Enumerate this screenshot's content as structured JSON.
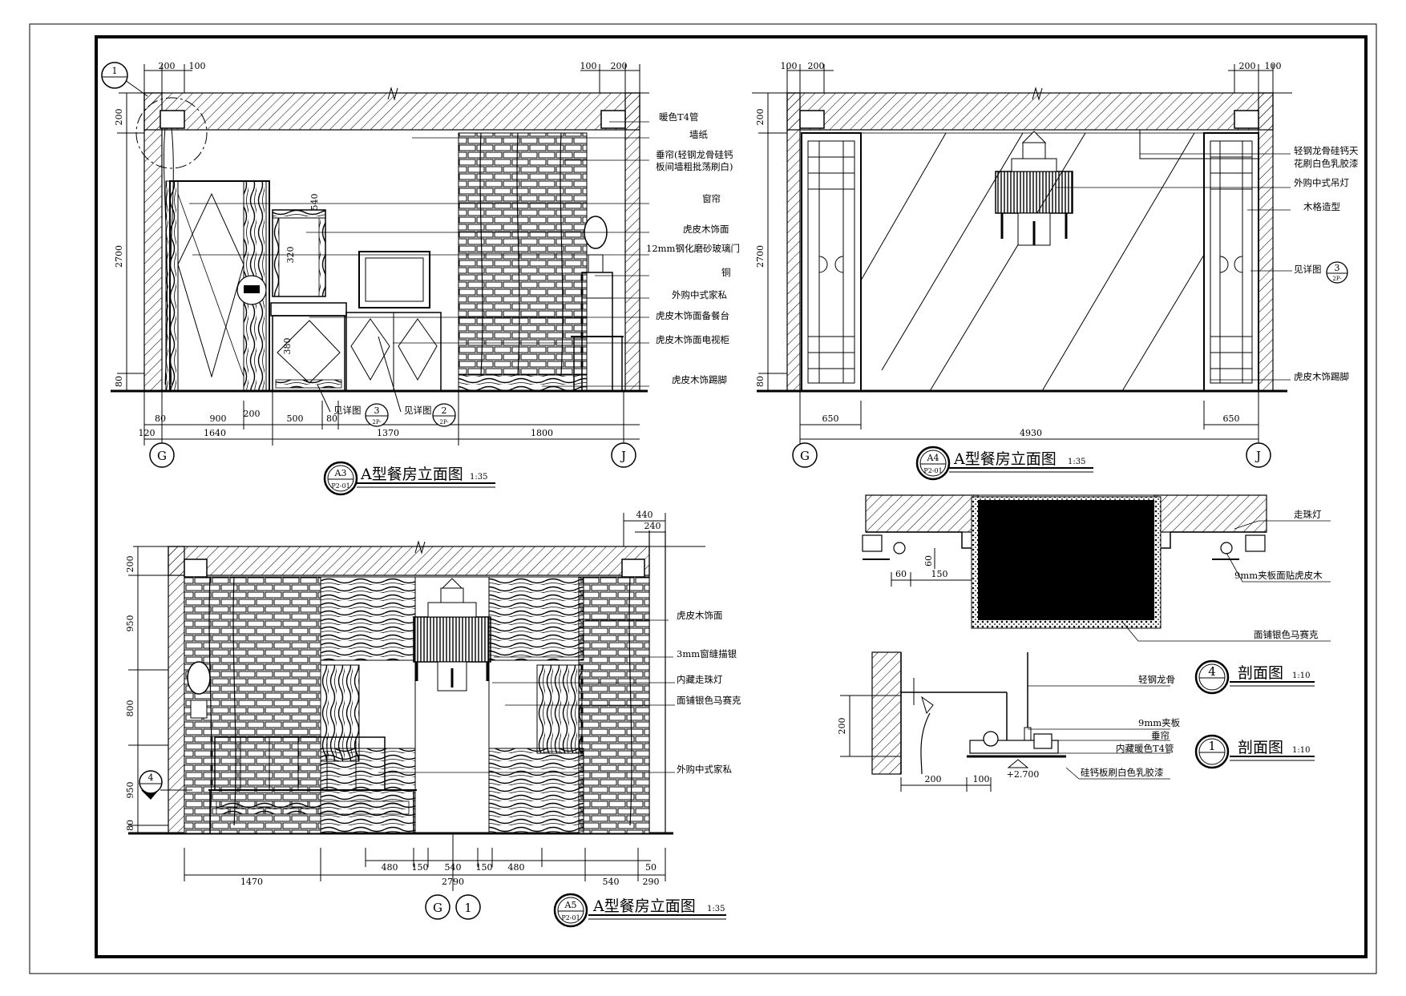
{
  "sheet": {
    "border_color": "#000000"
  },
  "a3": {
    "title": "A型餐房立面图",
    "scale": "1:35",
    "tag": "A3",
    "sheet": "P2-01",
    "callout_num": "1",
    "labels": [
      "暖色T4管",
      "墙纸",
      "垂帘(轻钢龙骨硅钙",
      "板间墙粗批荡刷白)",
      "窗帘",
      "虎皮木饰面",
      "12mm钢化磨砂玻璃门",
      "铜",
      "外购中式家私",
      "虎皮木饰面备餐台",
      "虎皮木饰面电视柜",
      "虎皮木饰踢脚"
    ],
    "top_dims": [
      "200",
      "100",
      "100",
      "200"
    ],
    "left_dims": [
      "200",
      "2700",
      "80"
    ],
    "inner_dims": [
      "540",
      "320",
      "380"
    ],
    "bottom_row1": [
      "80",
      "900",
      "200",
      "500",
      "80"
    ],
    "bottom_row2": [
      "120",
      "1640",
      "1370",
      "1800"
    ],
    "axes": [
      "G",
      "J"
    ],
    "details": [
      {
        "text": "见详图",
        "num": "3",
        "sheet": "2P-"
      },
      {
        "text": "见详图",
        "num": "2",
        "sheet": "2P-"
      }
    ]
  },
  "a4": {
    "title": "A型餐房立面图",
    "scale": "1:35",
    "tag": "A4",
    "sheet": "P2-01",
    "labels": [
      "轻钢龙骨硅钙天",
      "花刷白色乳胶漆",
      "外购中式吊灯",
      "木格造型",
      "见详图",
      "虎皮木饰踢脚"
    ],
    "detail_num": "3",
    "detail_sheet": "2P-",
    "top_dims": [
      "100",
      "200",
      "200",
      "100"
    ],
    "left_dims": [
      "200",
      "2700",
      "80"
    ],
    "bottom_dims": [
      "650",
      "4930",
      "650"
    ],
    "axes": [
      "G",
      "J"
    ]
  },
  "a5": {
    "title": "A型餐房立面图",
    "scale": "1:35",
    "tag": "A5",
    "sheet": "P2-01",
    "labels": [
      "虎皮木饰面",
      "3mm窗缝描银",
      "内藏走珠灯",
      "面铺银色马赛克",
      "外购中式家私"
    ],
    "top_dims": [
      "440",
      "240"
    ],
    "left_dims": [
      "200",
      "950",
      "800",
      "950",
      "80"
    ],
    "bottom_row1": [
      "480",
      "150",
      "540",
      "150",
      "480",
      "50"
    ],
    "bottom_row2": [
      "1470",
      "2790",
      "540",
      "290"
    ],
    "axes": [
      "G",
      "1"
    ],
    "callout_num": "4"
  },
  "sec4": {
    "title": "剖面图",
    "scale": "1:10",
    "num": "4",
    "labels": [
      "走珠灯",
      "9mm夹板面贴虎皮木",
      "面铺银色马赛克"
    ],
    "dims": [
      "60",
      "150",
      "60"
    ]
  },
  "sec1": {
    "title": "剖面图",
    "scale": "1:10",
    "num": "1",
    "labels": [
      "轻钢龙骨",
      "9mm夹板",
      "垂帘",
      "内藏暖色T4管",
      "硅钙板刷白色乳胶漆"
    ],
    "dims": [
      "200",
      "200",
      "100"
    ],
    "level": "+2.700"
  }
}
